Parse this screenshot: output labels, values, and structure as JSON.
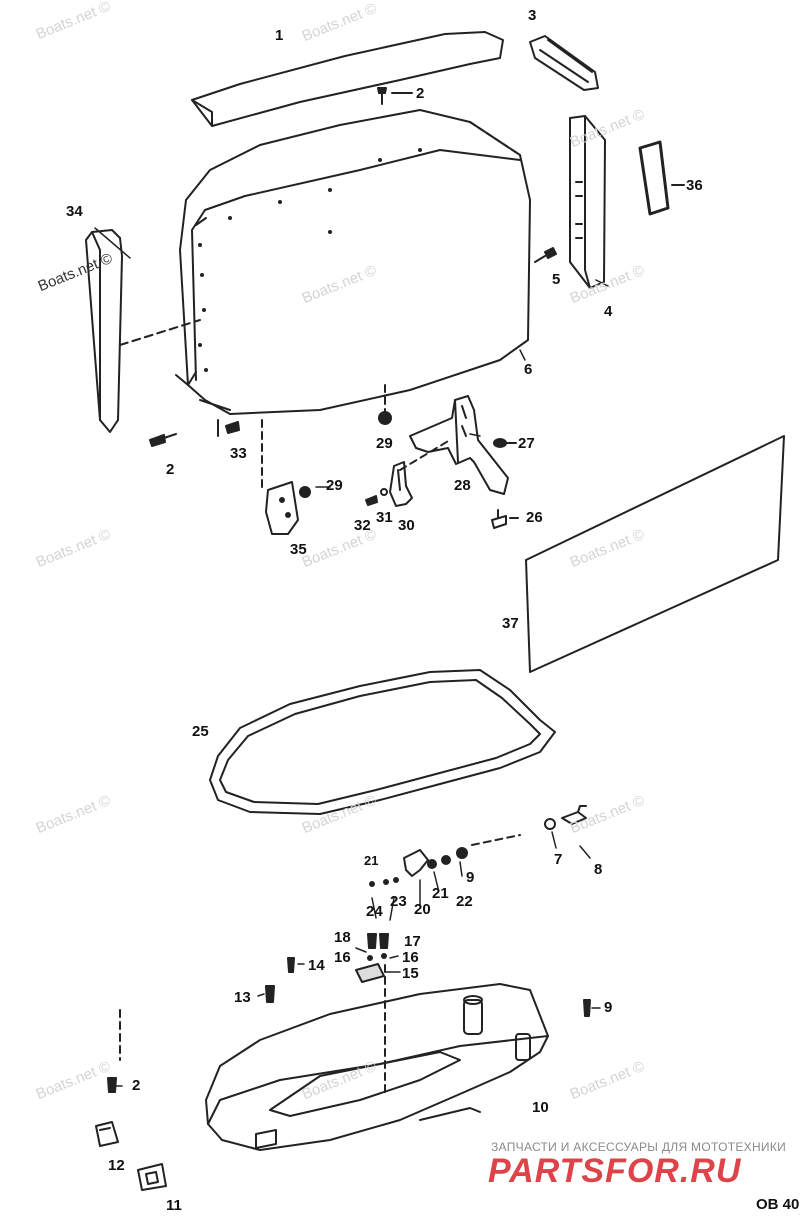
{
  "watermark": "Boats.net ©",
  "footer": {
    "store_tagline": "ЗАПЧАСТИ И АКСЕССУАРЫ ДЛЯ МОТОТЕХНИКИ",
    "logo": "PARTSFOR.RU",
    "diagram_code": "OB 40"
  },
  "colors": {
    "line": "#222222",
    "watermark": "#d4d4d4",
    "logo": "#d9232a"
  },
  "callouts": {
    "c1": "1",
    "c2a": "2",
    "c2b": "2",
    "c2c": "2",
    "c3": "3",
    "c4": "4",
    "c5": "5",
    "c6": "6",
    "c7": "7",
    "c8": "8",
    "c9a": "9",
    "c9b": "9",
    "c10": "10",
    "c11": "11",
    "c12": "12",
    "c13": "13",
    "c14": "14",
    "c15": "15",
    "c16a": "16",
    "c16b": "16",
    "c17": "17",
    "c18": "18",
    "c20": "20",
    "c21a": "21",
    "c21b": "21",
    "c22": "22",
    "c23": "23",
    "c24": "24",
    "c25": "25",
    "c26": "26",
    "c27": "27",
    "c28": "28",
    "c29a": "29",
    "c29b": "29",
    "c30": "30",
    "c31": "31",
    "c32": "32",
    "c33": "33",
    "c34": "34",
    "c35": "35",
    "c36": "36",
    "c37": "37"
  }
}
